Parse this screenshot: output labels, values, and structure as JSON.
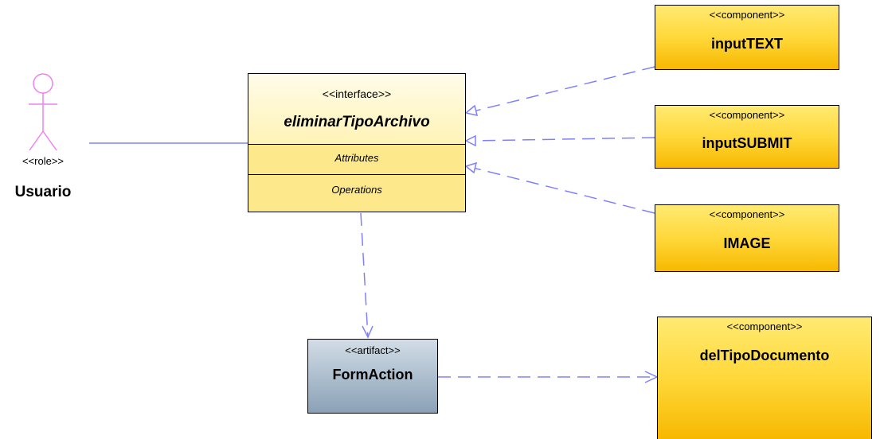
{
  "actor": {
    "stereotype": "<<role>>",
    "name": "Usuario"
  },
  "interface": {
    "stereotype": "<<interface>>",
    "name": "eliminarTipoArchivo",
    "compartments": {
      "attributes": "Attributes",
      "operations": "Operations"
    }
  },
  "components": {
    "input_text": {
      "stereotype": "<<component>>",
      "name": "inputTEXT"
    },
    "input_submit": {
      "stereotype": "<<component>>",
      "name": "inputSUBMIT"
    },
    "image": {
      "stereotype": "<<component>>",
      "name": "IMAGE"
    },
    "del_tipo_documento": {
      "stereotype": "<<component>>",
      "name": "delTipoDocumento"
    }
  },
  "artifact": {
    "stereotype": "<<artifact>>",
    "name": "FormAction"
  },
  "colors": {
    "actor_stroke": "#ee82ee",
    "connector": "#8080ff",
    "component_fill": "#ffd83a",
    "interface_fill": "#fff3b6",
    "artifact_fill": "#a9bccd"
  }
}
